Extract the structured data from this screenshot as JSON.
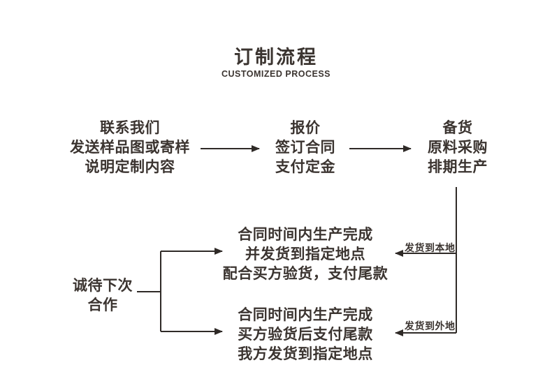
{
  "colors": {
    "background": "#ffffff",
    "text": "#3b3430",
    "line": "#2f2a27"
  },
  "header": {
    "title": "订制流程",
    "subtitle": "CUSTOMIZED PROCESS"
  },
  "flow": {
    "step_contact": {
      "lines": [
        "联系我们",
        "发送样品图或寄样",
        "说明定制内容"
      ]
    },
    "step_quote": {
      "lines": [
        "报价",
        "签订合同",
        "支付定金"
      ]
    },
    "step_stock": {
      "lines": [
        "备货",
        "原料采购",
        "排期生产"
      ]
    },
    "branch_local": {
      "arrow_label": "发货到本地",
      "lines": [
        "合同时间内生产完成",
        "并发货到指定地点",
        "配合买方验货，支付尾款"
      ]
    },
    "branch_remote": {
      "arrow_label": "发货到外地",
      "lines": [
        "合同时间内生产完成",
        "买方验货后支付尾款",
        "我方发货到指定地点"
      ]
    },
    "closing": {
      "lines": [
        "诚待下次",
        "合作"
      ]
    }
  }
}
